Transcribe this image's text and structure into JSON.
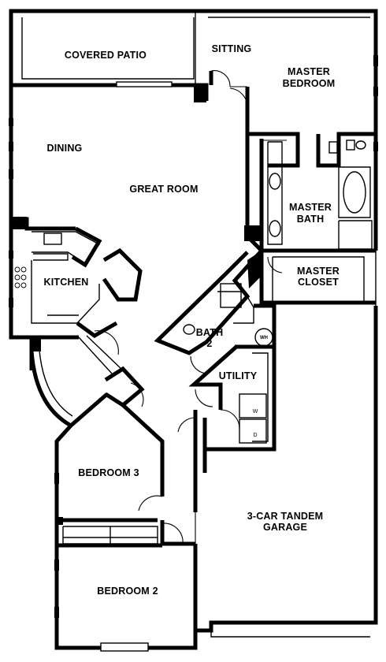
{
  "rooms": {
    "covered_patio": "COVERED PATIO",
    "sitting": "SITTING",
    "master_bedroom_1": "MASTER",
    "master_bedroom_2": "BEDROOM",
    "dining": "DINING",
    "great_room": "GREAT ROOM",
    "master_bath_1": "MASTER",
    "master_bath_2": "BATH",
    "kitchen": "KITCHEN",
    "master_closet_1": "MASTER",
    "master_closet_2": "CLOSET",
    "bath2_1": "BATH",
    "bath2_2": "2",
    "utility": "UTILITY",
    "bedroom3": "BEDROOM 3",
    "garage_1": "3-CAR TANDEM",
    "garage_2": "GARAGE",
    "bedroom2": "BEDROOM 2"
  },
  "fixtures": {
    "water_heater": "WH",
    "washer": "W",
    "dryer": "D"
  }
}
